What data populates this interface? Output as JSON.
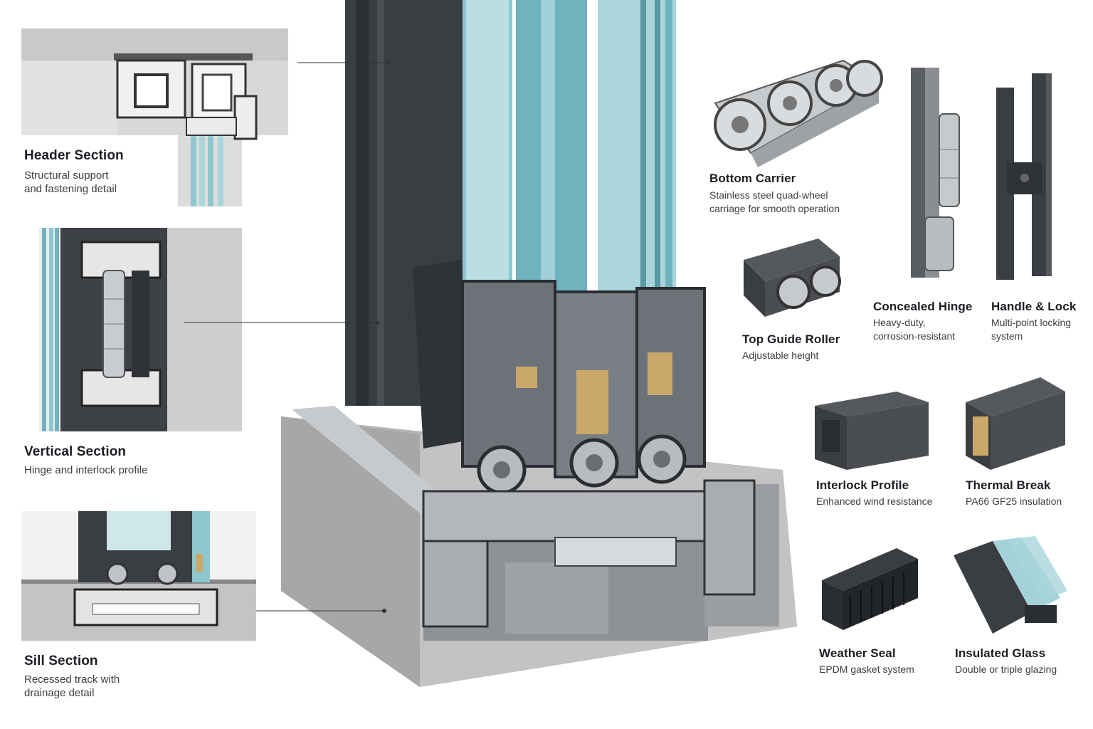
{
  "sections": {
    "header": {
      "title": "Header Section",
      "desc": "Structural support\nand fastening detail"
    },
    "vertical": {
      "title": "Vertical Section",
      "desc": "Hinge and interlock profile"
    },
    "sill": {
      "title": "Sill Section",
      "desc": "Recessed track with\ndrainage detail"
    }
  },
  "components": {
    "bottom_carrier": {
      "title": "Bottom Carrier",
      "desc": "Stainless steel quad-wheel\ncarriage for smooth operation"
    },
    "top_guide_roller": {
      "title": "Top Guide Roller",
      "desc": "Adjustable height"
    },
    "concealed_hinge": {
      "title": "Concealed Hinge",
      "desc": "Heavy-duty,\ncorrosion-resistant"
    },
    "handle_lock": {
      "title": "Handle & Lock",
      "desc": "Multi-point locking\nsystem"
    },
    "interlock_profile": {
      "title": "Interlock Profile",
      "desc": "Enhanced wind resistance"
    },
    "thermal_break": {
      "title": "Thermal Break",
      "desc": "PA66 GF25 insulation"
    },
    "weather_seal": {
      "title": "Weather Seal",
      "desc": "EPDM gasket system"
    },
    "insulated_glass": {
      "title": "Insulated Glass",
      "desc": "Double or triple glazing"
    }
  },
  "colors": {
    "frame": "#3a3d42",
    "aluminum": "#9aa0a6",
    "glass": "#8fc7cf",
    "concrete": "#b8b8b8",
    "thermal_break": "#c9a86a"
  }
}
